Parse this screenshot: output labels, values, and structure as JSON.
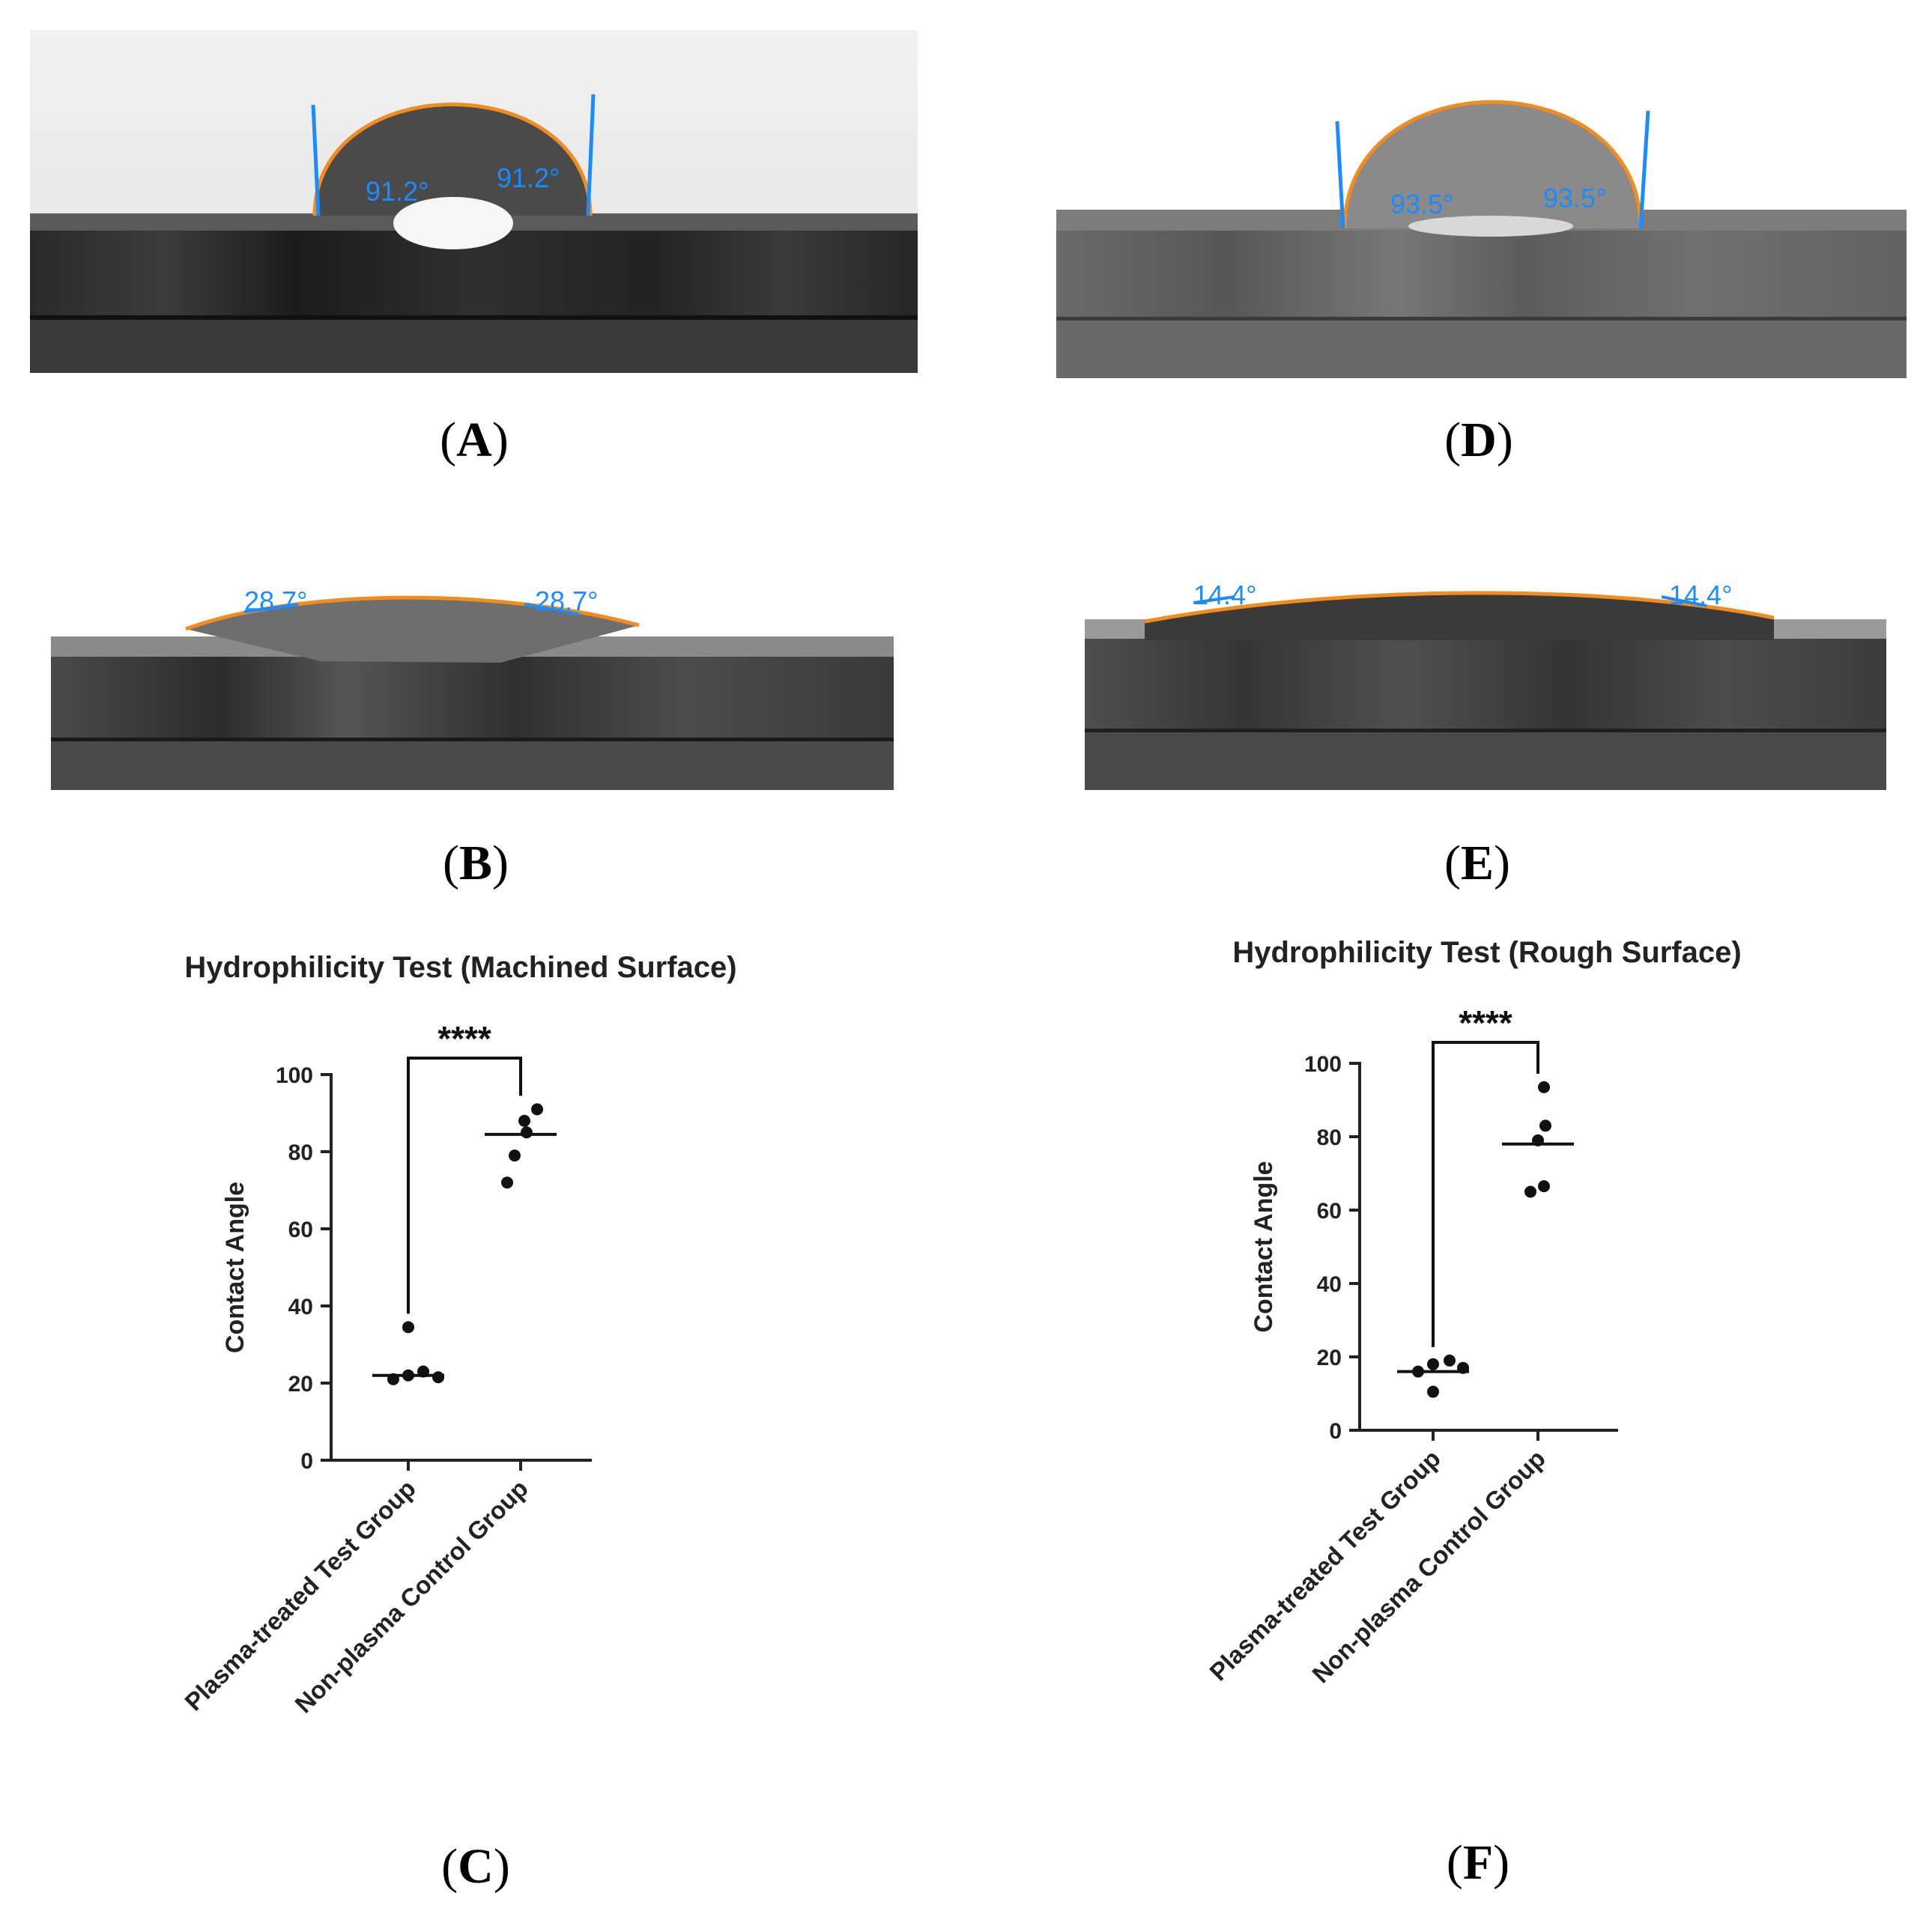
{
  "panels": {
    "A": {
      "label": "A",
      "angle_left": "91.2°",
      "angle_right": "91.2°"
    },
    "D": {
      "label": "D",
      "angle_left": "93.5°",
      "angle_right": "93.5°"
    },
    "B": {
      "label": "B",
      "angle_left": "28.7°",
      "angle_right": "28.7°"
    },
    "E": {
      "label": "E",
      "angle_left": "14.4°",
      "angle_right": "14.4°"
    },
    "C": {
      "label": "C"
    },
    "F": {
      "label": "F"
    }
  },
  "colors": {
    "contact_line": "#1a8cff",
    "drop_outline": "#f28c1e"
  },
  "chart_data": [
    {
      "type": "scatter",
      "title": "Hydrophilicity Test (Machined Surface)",
      "ylabel": "Contact Angle",
      "categories": [
        "Plasma-treated Test Group",
        "Non-plasma Control Group"
      ],
      "ylim": [
        0,
        100
      ],
      "yticks": [
        0,
        20,
        40,
        60,
        80,
        100
      ],
      "series": [
        {
          "values": [
            21,
            22,
            23,
            21.5,
            34.5
          ]
        },
        {
          "values": [
            72,
            79,
            85,
            88,
            91
          ]
        }
      ],
      "means": [
        22,
        84.5
      ],
      "significance": "****"
    },
    {
      "type": "scatter",
      "title": "Hydrophilicity Test (Rough Surface)",
      "ylabel": "Contact Angle",
      "categories": [
        "Plasma-treated Test Group",
        "Non-plasma Control Group"
      ],
      "ylim": [
        0,
        100
      ],
      "yticks": [
        0,
        20,
        40,
        60,
        80,
        100
      ],
      "series": [
        {
          "values": [
            10.5,
            16,
            18,
            19,
            17
          ]
        },
        {
          "values": [
            65,
            66.5,
            79,
            83,
            93.5
          ]
        }
      ],
      "means": [
        16,
        78
      ],
      "significance": "****"
    }
  ]
}
